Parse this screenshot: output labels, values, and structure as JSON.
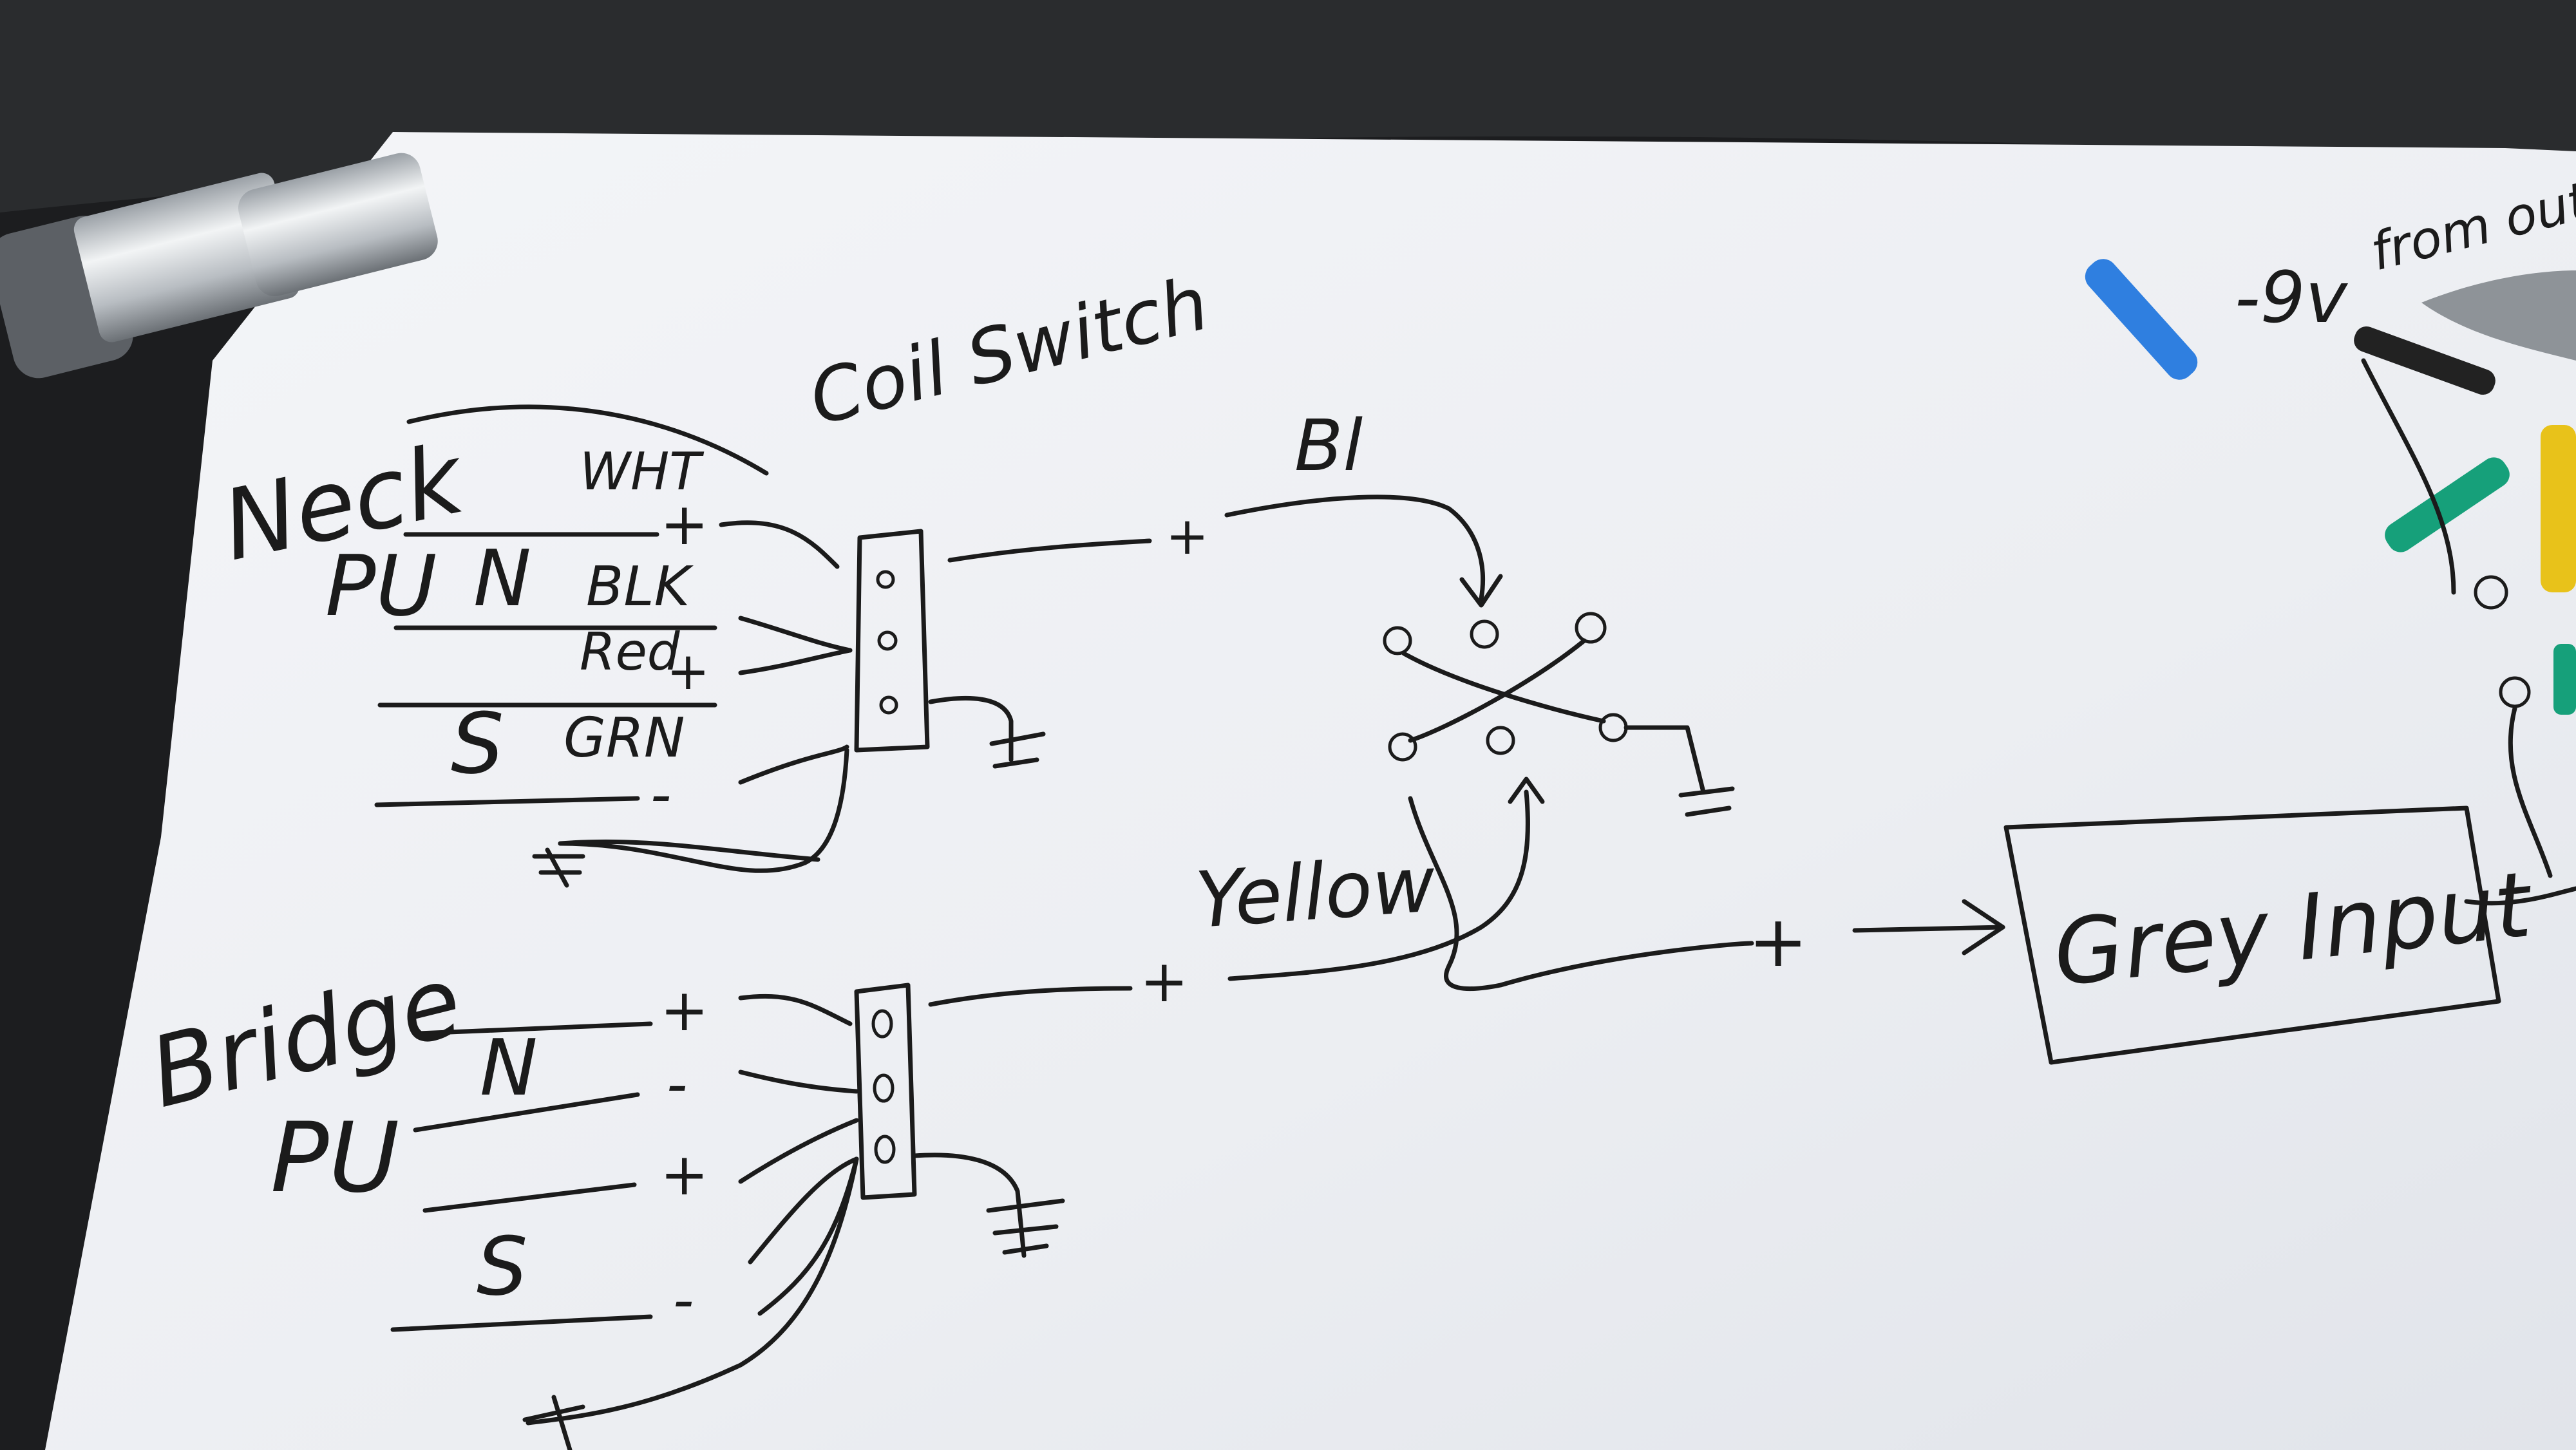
{
  "labels": {
    "coil_switch": "Coil Switch",
    "neck": "Neck",
    "neck_pu": "PU",
    "neck_n": "N",
    "neck_s": "S",
    "wht": "WHT",
    "blk": "BLK",
    "red": "Red",
    "grn": "GRN",
    "bridge": "Bridge",
    "bridge_pu": "PU",
    "bridge_n": "N",
    "bridge_s": "S",
    "bl": "Bl",
    "yellow": "Yellow",
    "grey_input": "Grey Input",
    "nine_v": "-9v",
    "from_output": "from output"
  },
  "symbols": {
    "plus": "+",
    "minus": "-"
  },
  "colors": {
    "ink": "#1b1b1b",
    "paper": "#eef0f3",
    "desk": "#1c1d1f",
    "blue_tube": "#2f7fe0",
    "green_tube": "#16a07a",
    "yellow_wire": "#e8c21a"
  }
}
